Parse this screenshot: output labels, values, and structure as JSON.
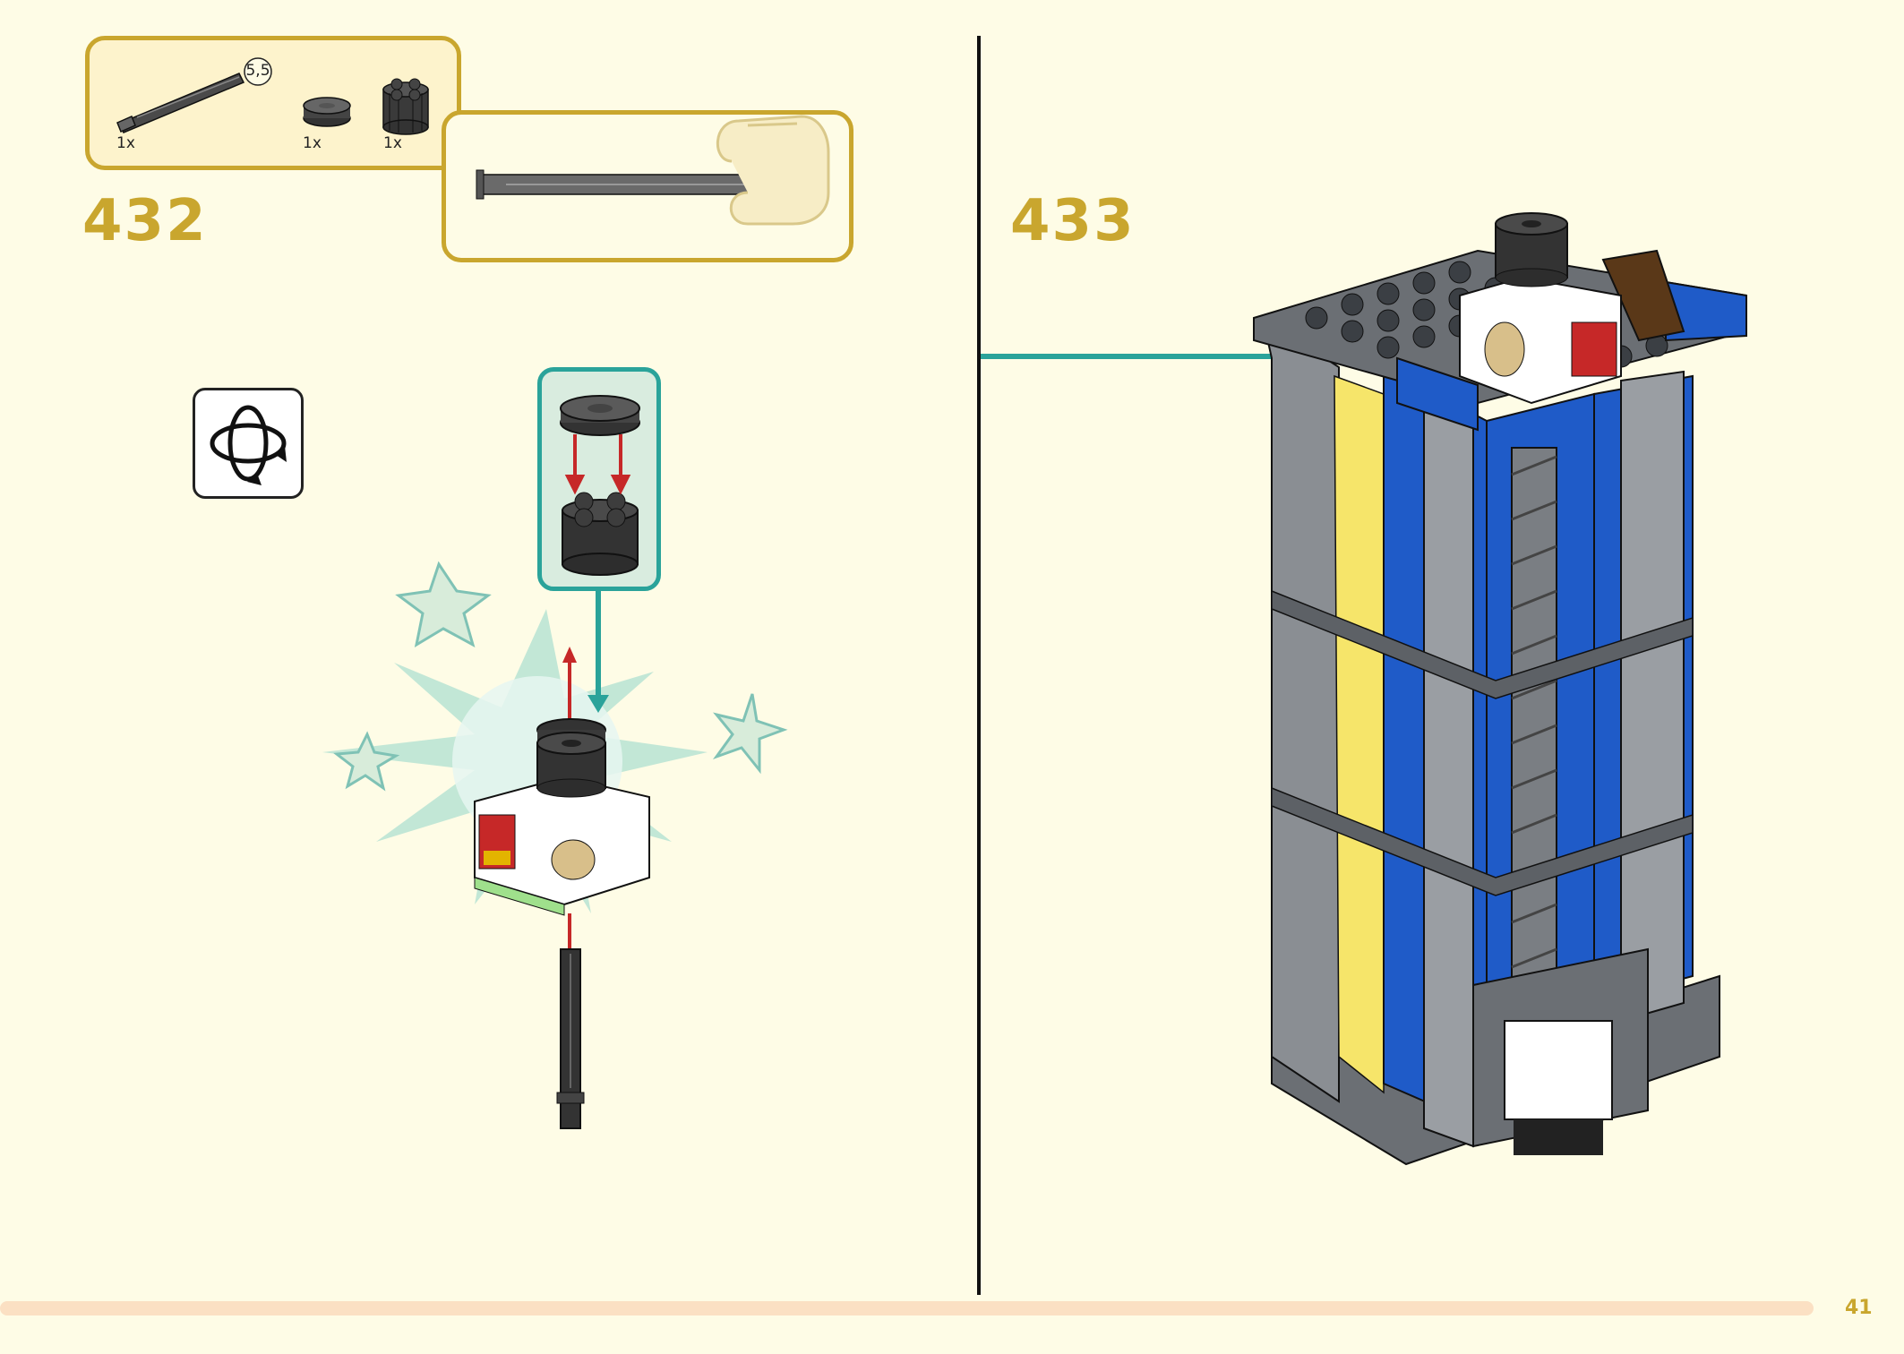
{
  "page": {
    "number": "41"
  },
  "step_432": {
    "number": "432",
    "parts": [
      {
        "name": "axle",
        "qty": "1x",
        "length_label": "5,5"
      },
      {
        "name": "round-tile",
        "qty": "1x"
      },
      {
        "name": "round-brick",
        "qty": "1x"
      }
    ]
  },
  "step_433": {
    "number": "433"
  },
  "colors": {
    "background": "#fefce6",
    "accent_gold": "#c9a62e",
    "teal": "#2aa39a",
    "arrow_red": "#c62828",
    "progress_bar": "#fbe0c3",
    "divider": "#111111"
  },
  "icons": [
    "rotate-model-icon",
    "stars-icon",
    "burst-icon"
  ]
}
